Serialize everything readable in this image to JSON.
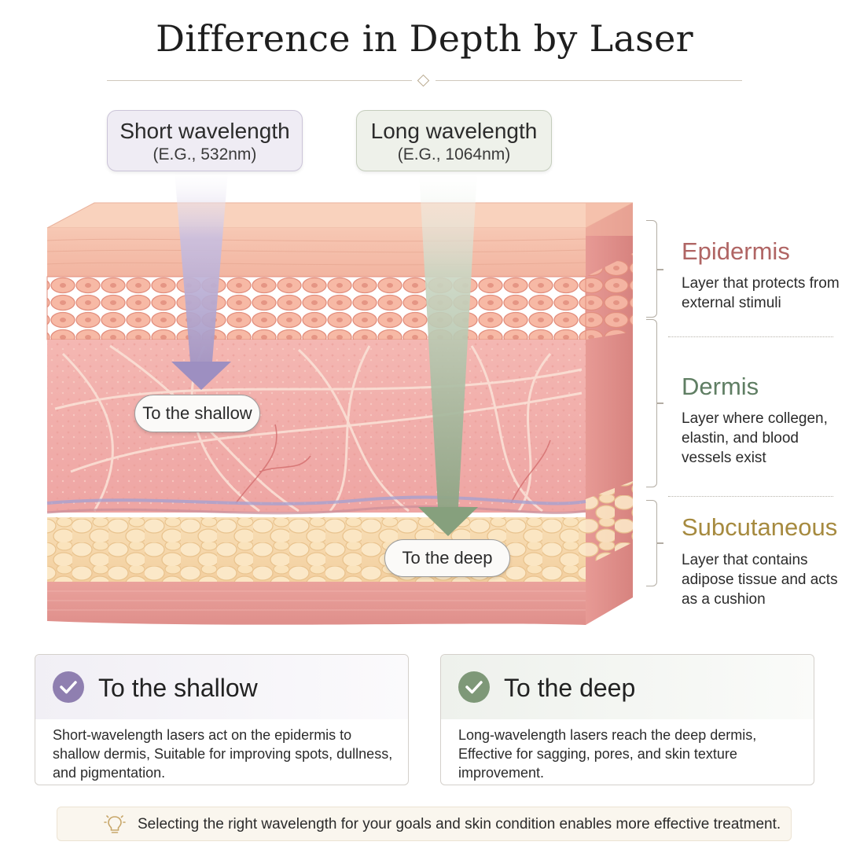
{
  "title": "Difference in Depth by Laser",
  "wavelengths": {
    "short": {
      "title": "Short wavelength",
      "example": "(E.G., 532nm)",
      "color": "#a497c4"
    },
    "long": {
      "title": "Long wavelength",
      "example": "(E.G., 1064nm)",
      "color": "#8ea585"
    }
  },
  "depth_labels": {
    "shallow": "To the shallow",
    "deep": "To the deep"
  },
  "layers": [
    {
      "name": "Epidermis",
      "description": "Layer that protects from external stimuli",
      "color": "#b06564"
    },
    {
      "name": "Dermis",
      "description": "Layer where collegen, elastin, and blood vessels exist",
      "color": "#5f7e63"
    },
    {
      "name": "Subcutaneous",
      "description": "Layer that contains adipose tissue and acts as a cushion",
      "color": "#a68a3f"
    }
  ],
  "cards": {
    "shallow": {
      "title": "To the shallow",
      "text": "Short-wavelength lasers act on the epidermis to shallow dermis, Suitable for improving spots, dullness, and pigmentation.",
      "icon": "check-circle-icon",
      "color": "#8f7fb0"
    },
    "deep": {
      "title": "To the deep",
      "text": "Long-wavelength lasers reach the deep dermis, Effective for sagging, pores, and skin texture improvement.",
      "icon": "check-circle-icon",
      "color": "#7e9878"
    }
  },
  "tip": {
    "icon": "lightbulb-icon",
    "text": "Selecting the right wavelength for your goals and skin condition enables more effective treatment."
  }
}
